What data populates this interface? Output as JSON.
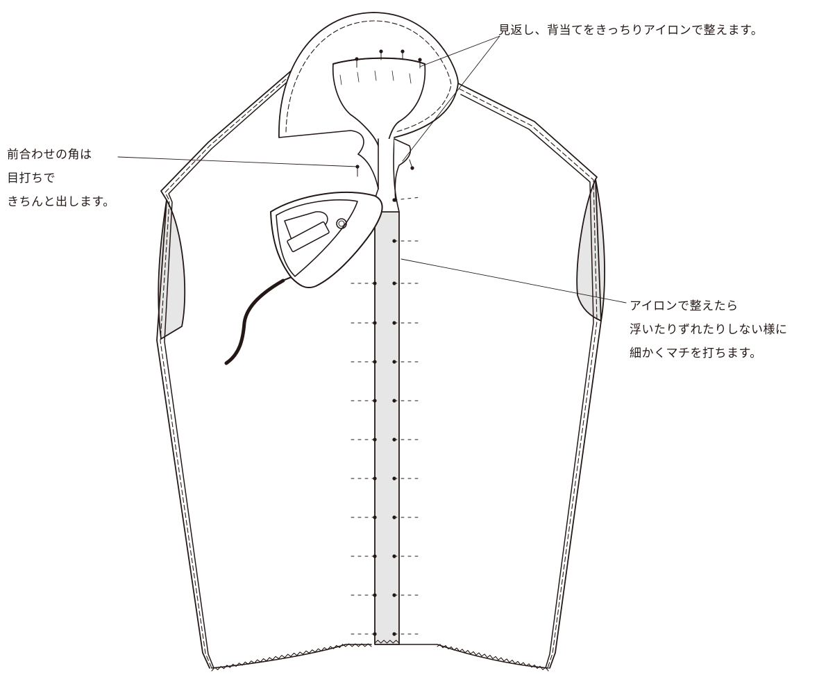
{
  "colors": {
    "line": "#231815",
    "panel_fill": "#e6e6e6",
    "background": "#ffffff"
  },
  "annotations": {
    "top": "見返し、背当てをきっちりアイロンで整えます。",
    "left": [
      "前合わせの角は",
      "目打ちで",
      "きちんと出します。"
    ],
    "right": [
      "アイロンで整えたら",
      "浮いたりずれたりしない様に",
      "細かくマチを打ちます。"
    ]
  },
  "icons": {
    "iron": "iron-icon",
    "pin": "pin-icon"
  }
}
